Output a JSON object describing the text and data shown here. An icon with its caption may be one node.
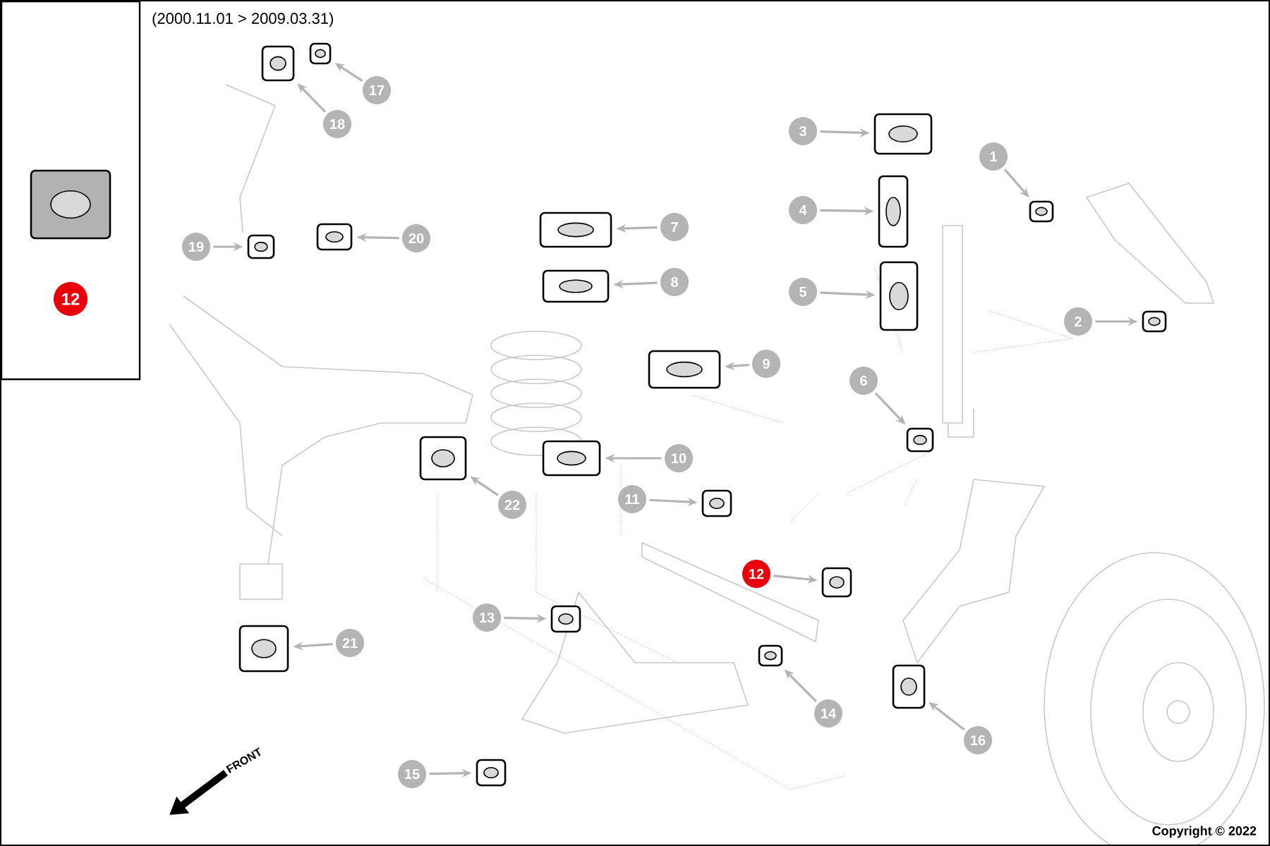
{
  "diagram": {
    "title": "(2000.11.01 > 2009.03.31)",
    "nodes": [
      {
        "text": [],
        "shape": "box"
      },
      {
        "text": [],
        "shape": "picture",
        "in": 0
      },
      {
        "text": [
          "12"
        ],
        "in": 0
      },
      {
        "text": [
          "1"
        ]
      },
      {
        "text": [
          "2"
        ]
      },
      {
        "text": [
          "3"
        ]
      },
      {
        "text": [
          "4"
        ]
      },
      {
        "text": [
          "5"
        ]
      },
      {
        "text": [
          "6"
        ]
      },
      {
        "text": [
          "7"
        ]
      },
      {
        "text": [
          "8"
        ]
      },
      {
        "text": [
          "9"
        ]
      },
      {
        "text": [
          "10"
        ]
      },
      {
        "text": [
          "11"
        ]
      },
      {
        "text": [
          "12"
        ]
      },
      {
        "text": [
          "13"
        ]
      },
      {
        "text": [
          "14"
        ]
      },
      {
        "text": [
          "15"
        ]
      },
      {
        "text": [
          "16"
        ]
      },
      {
        "text": [
          "17"
        ]
      },
      {
        "text": [
          "18"
        ]
      },
      {
        "text": [
          "19"
        ]
      },
      {
        "text": [
          "20"
        ]
      },
      {
        "text": [
          "21"
        ]
      },
      {
        "text": [
          "22"
        ]
      },
      {
        "text": [],
        "shape": "picture"
      },
      {
        "text": [],
        "shape": "picture"
      },
      {
        "text": [],
        "shape": "picture"
      },
      {
        "text": [],
        "shape": "picture"
      },
      {
        "text": [],
        "shape": "picture"
      },
      {
        "text": [],
        "shape": "picture"
      },
      {
        "text": [],
        "shape": "picture"
      },
      {
        "text": [],
        "shape": "picture"
      },
      {
        "text": [],
        "shape": "picture"
      },
      {
        "text": [],
        "shape": "picture"
      },
      {
        "text": [],
        "shape": "picture"
      },
      {
        "text": [],
        "shape": "picture"
      },
      {
        "text": [],
        "shape": "picture"
      },
      {
        "text": [],
        "shape": "picture"
      },
      {
        "text": [],
        "shape": "picture"
      },
      {
        "text": [],
        "shape": "picture"
      },
      {
        "text": [],
        "shape": "picture"
      },
      {
        "text": [],
        "shape": "picture"
      },
      {
        "text": [],
        "shape": "picture"
      },
      {
        "text": [],
        "shape": "picture"
      },
      {
        "text": [],
        "shape": "picture"
      },
      {
        "text": [],
        "shape": "picture"
      }
    ],
    "edges": [
      {
        "from": 3,
        "to": 25,
        "arrow": "to"
      },
      {
        "from": 4,
        "to": 26,
        "arrow": "to"
      },
      {
        "from": 5,
        "to": 27,
        "arrow": "to"
      },
      {
        "from": 6,
        "to": 28,
        "arrow": "to"
      },
      {
        "from": 7,
        "to": 29,
        "arrow": "to"
      },
      {
        "from": 8,
        "to": 30,
        "arrow": "to"
      },
      {
        "from": 9,
        "to": 31,
        "arrow": "to"
      },
      {
        "from": 10,
        "to": 32,
        "arrow": "to"
      },
      {
        "from": 11,
        "to": 33,
        "arrow": "to"
      },
      {
        "from": 12,
        "to": 34,
        "arrow": "to"
      },
      {
        "from": 13,
        "to": 35,
        "arrow": "to"
      },
      {
        "from": 14,
        "to": 36,
        "arrow": "to"
      },
      {
        "from": 15,
        "to": 37,
        "arrow": "to"
      },
      {
        "from": 16,
        "to": 38,
        "arrow": "to"
      },
      {
        "from": 17,
        "to": 39,
        "arrow": "to"
      },
      {
        "from": 18,
        "to": 40,
        "arrow": "to"
      },
      {
        "from": 19,
        "to": 41,
        "arrow": "to"
      },
      {
        "from": 20,
        "to": 42,
        "arrow": "to"
      },
      {
        "from": 21,
        "to": 43,
        "arrow": "to"
      },
      {
        "from": 22,
        "to": 44,
        "arrow": "to"
      },
      {
        "from": 23,
        "to": 45,
        "arrow": "to"
      },
      {
        "from": 24,
        "to": 46,
        "arrow": "to"
      }
    ],
    "labels": [
      "FRONT",
      "Copyright © 2022"
    ]
  }
}
